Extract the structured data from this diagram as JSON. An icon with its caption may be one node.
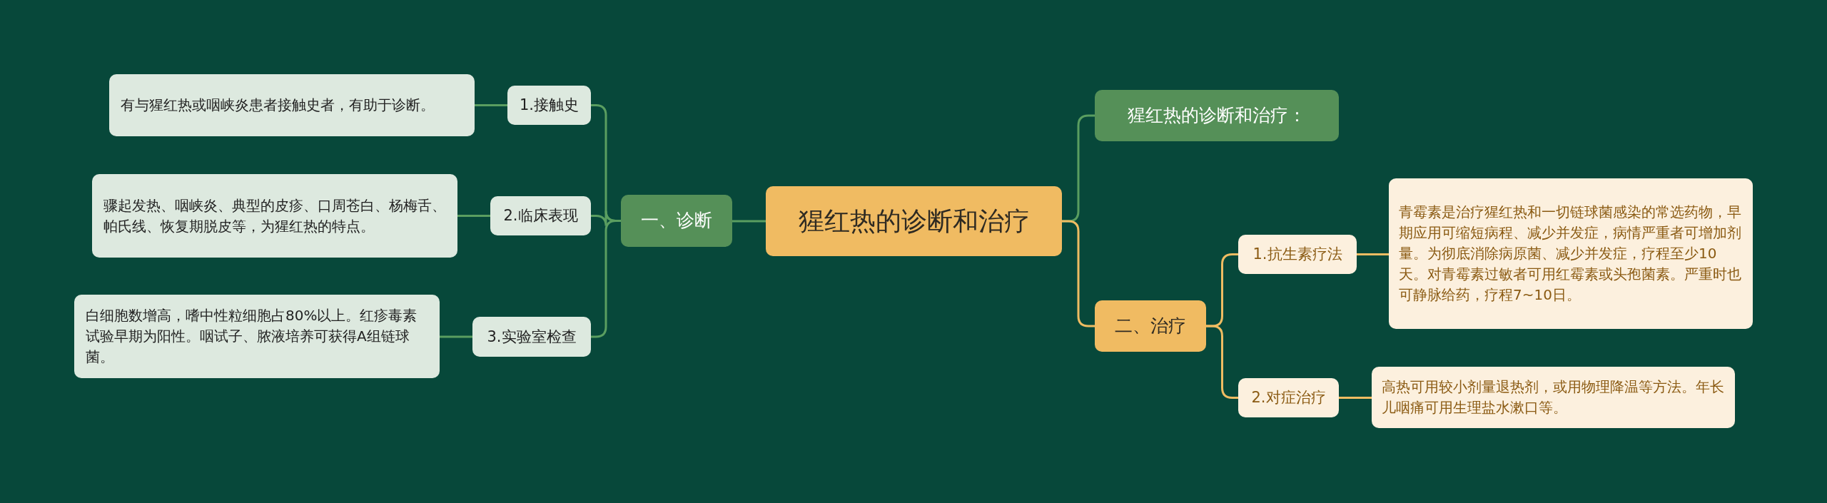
{
  "diagram": {
    "nodes": [
      {
        "text": [
          "猩红热的诊断和治疗"
        ]
      },
      {
        "text": [
          "一、诊断"
        ]
      },
      {
        "text": [
          "1.接触史"
        ]
      },
      {
        "text": [
          "有与猩红热或咽峡炎患者接触史者，有助于诊断。"
        ]
      },
      {
        "text": [
          "2.临床表现"
        ]
      },
      {
        "text": [
          "骤起发热、咽峡炎、典型的皮疹、口周苍白、杨梅舌、帕氏线、恢复期脱皮等，为猩红热的特点。"
        ]
      },
      {
        "text": [
          "3.实验室检查"
        ]
      },
      {
        "text": [
          "白细胞数增高，嗜中性粒细胞占80%以上。红疹毒素试验早期为阳性。咽试子、脓液培养可获得A组链球菌。"
        ]
      },
      {
        "text": [
          "猩红热的诊断和治疗："
        ]
      },
      {
        "text": [
          "二、治疗"
        ]
      },
      {
        "text": [
          "1.抗生素疗法"
        ]
      },
      {
        "text": [
          "青霉素是治疗猩红热和一切链球菌感染的常选药物，早期应用可缩短病程、减少并发症，病情严重者可增加剂量。为彻底消除病原菌、减少并发症，疗程至少10天。对青霉素过敏者可用红霉素或头孢菌素。严重时也可静脉给药，疗程7~10日。"
        ]
      },
      {
        "text": [
          "2.对症治疗"
        ]
      },
      {
        "text": [
          "高热可用较小剂量退热剂，或用物理降温等方法。年长儿咽痛可用生理盐水漱口等。"
        ]
      }
    ],
    "edges": [
      {
        "from": 0,
        "to": 1,
        "arrow": "none"
      },
      {
        "from": 1,
        "to": 2,
        "arrow": "none"
      },
      {
        "from": 2,
        "to": 3,
        "arrow": "none"
      },
      {
        "from": 1,
        "to": 4,
        "arrow": "none"
      },
      {
        "from": 4,
        "to": 5,
        "arrow": "none"
      },
      {
        "from": 1,
        "to": 6,
        "arrow": "none"
      },
      {
        "from": 6,
        "to": 7,
        "arrow": "none"
      },
      {
        "from": 0,
        "to": 8,
        "arrow": "none"
      },
      {
        "from": 0,
        "to": 9,
        "arrow": "none",
        "color": "#efbc62"
      },
      {
        "from": 9,
        "to": 10,
        "arrow": "none",
        "color": "#efbc62"
      },
      {
        "from": 10,
        "to": 11,
        "arrow": "none",
        "color": "#efbc62"
      },
      {
        "from": 9,
        "to": 12,
        "arrow": "none",
        "color": "#efbc62"
      },
      {
        "from": 12,
        "to": 13,
        "arrow": "none",
        "color": "#efbc62"
      }
    ]
  }
}
